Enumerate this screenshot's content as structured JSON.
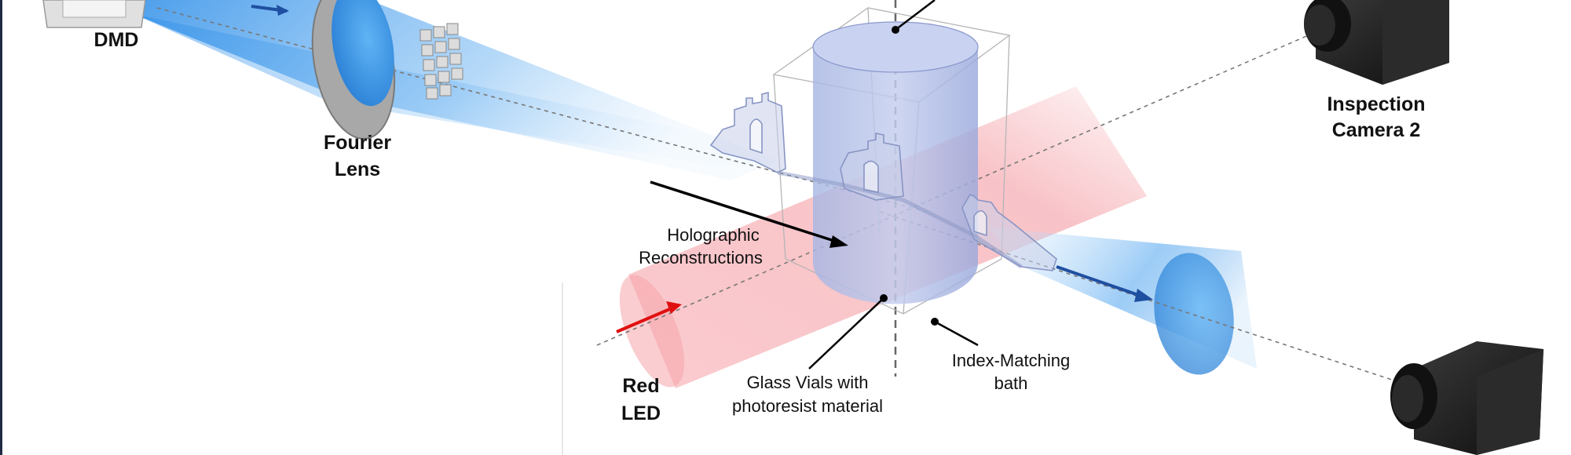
{
  "labels": {
    "dmd": "DMD",
    "fourier_lens": [
      "Fourier",
      "Lens"
    ],
    "inspection_camera_2": [
      "Inspection",
      "Camera 2"
    ],
    "holographic_reconstructions": [
      "Holographic",
      "Reconstructions"
    ],
    "red_led": [
      "Red",
      "LED"
    ],
    "glass_vials": [
      "Glass Vials with",
      "photoresist material"
    ],
    "index_matching_bath": [
      "Index-Matching",
      "bath"
    ]
  },
  "colors": {
    "blue_beam": "#2e8ee8",
    "red_beam": "#f07a84",
    "vial": "#8fa3d8",
    "arrow_blue": "#1f4fa0",
    "arrow_red": "#e01010",
    "camera": "#1a1a1a",
    "frame_edge": "#1e2a44"
  },
  "icons": {
    "dmd": "dmd-device-icon",
    "lens": "fourier-lens-icon",
    "camera": "camera-icon",
    "vial": "glass-vial-icon",
    "hologram": "castle-hologram-icon"
  }
}
